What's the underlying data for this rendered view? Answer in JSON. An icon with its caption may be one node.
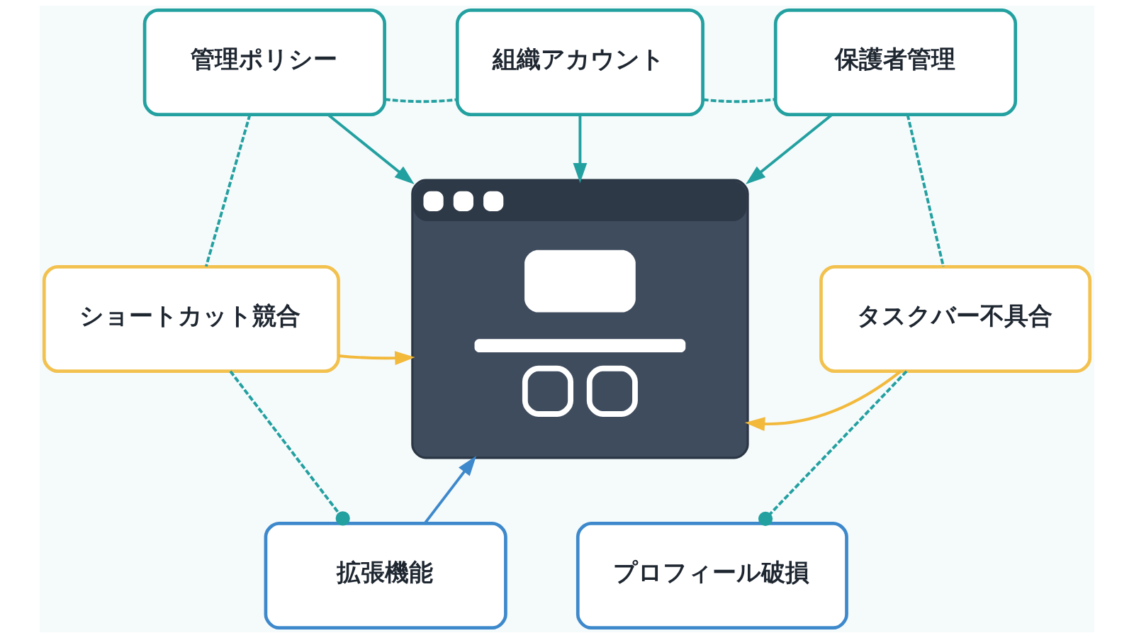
{
  "diagram": {
    "nodes": [
      {
        "text": [
          "管理ポリシー"
        ]
      },
      {
        "text": [
          "組織アカウント"
        ]
      },
      {
        "text": [
          "保護者管理"
        ]
      },
      {
        "text": [],
        "shape": "picture"
      },
      {
        "text": [
          "ショートカット競合"
        ]
      },
      {
        "text": [
          "タスクバー不具合"
        ]
      },
      {
        "text": [
          "拡張機能"
        ]
      },
      {
        "text": [
          "プロフィール破損"
        ]
      }
    ],
    "edges": [
      {
        "from": 0,
        "to": 3,
        "arrow": "to"
      },
      {
        "from": 1,
        "to": 3,
        "arrow": "to"
      },
      {
        "from": 2,
        "to": 3,
        "arrow": "to"
      },
      {
        "from": 4,
        "to": 3,
        "arrow": "to",
        "color": "#f2b93b"
      },
      {
        "from": 5,
        "to": 3,
        "arrow": "to",
        "color": "#f2b93b"
      },
      {
        "from": 6,
        "to": 3,
        "arrow": "to",
        "color": "#3d89cc"
      },
      {
        "from": 0,
        "to": 1,
        "arrow": "none",
        "style": "dashed"
      },
      {
        "from": 1,
        "to": 2,
        "arrow": "none",
        "style": "dashed"
      },
      {
        "from": 2,
        "to": 5,
        "arrow": "none",
        "style": "dashed"
      },
      {
        "from": 0,
        "to": 4,
        "arrow": "none",
        "style": "dashed"
      },
      {
        "from": 4,
        "to": 6,
        "arrow": "other",
        "style": "dashed"
      },
      {
        "from": 5,
        "to": 7,
        "arrow": "other",
        "style": "dashed"
      }
    ]
  }
}
